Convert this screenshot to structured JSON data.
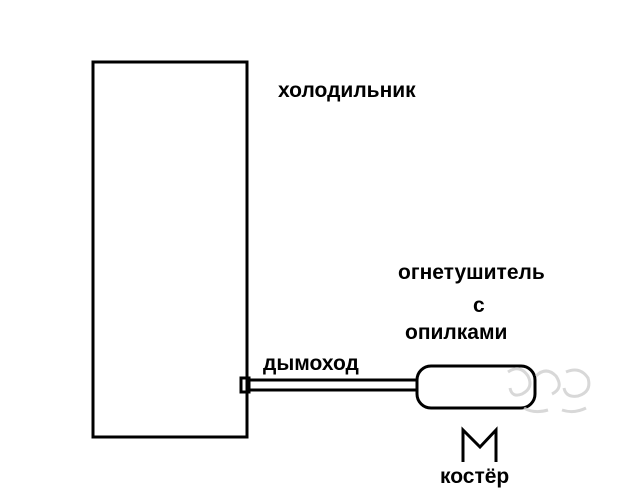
{
  "labels": {
    "fridge": "холодильник",
    "chimney": "дымоход",
    "extinguisher_line1": "огнетушитель",
    "extinguisher_line2": "с",
    "extinguisher_line3": "опилками",
    "fire": "костёр"
  },
  "colors": {
    "stroke": "#000000",
    "background": "#ffffff",
    "watermark": "#c8c8c8"
  }
}
